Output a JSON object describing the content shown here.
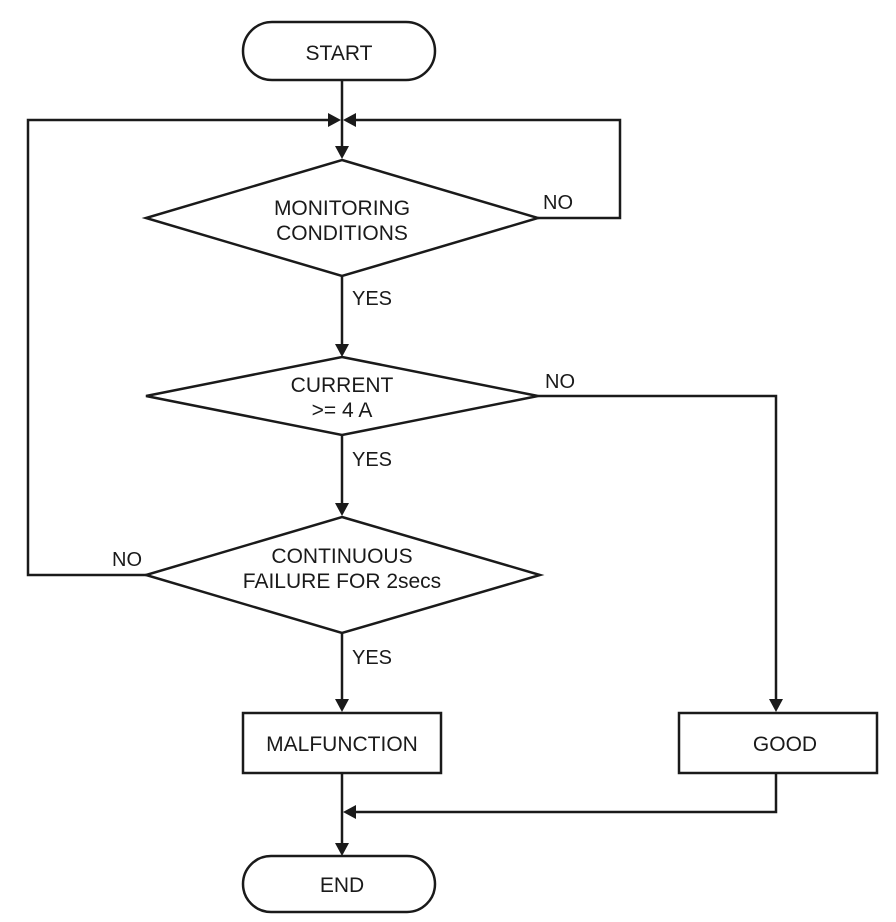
{
  "nodes": {
    "start": "START",
    "monitoring_line1": "MONITORING",
    "monitoring_line2": "CONDITIONS",
    "current_line1": "CURRENT",
    "current_line2": ">= 4 A",
    "continuous_line1": "CONTINUOUS",
    "continuous_line2": "FAILURE FOR 2secs",
    "malfunction": "MALFUNCTION",
    "good": "GOOD",
    "end": "END"
  },
  "edges": {
    "monitoring_no": "NO",
    "monitoring_yes": "YES",
    "current_no": "NO",
    "current_yes": "YES",
    "continuous_no": "NO",
    "continuous_yes": "YES"
  }
}
